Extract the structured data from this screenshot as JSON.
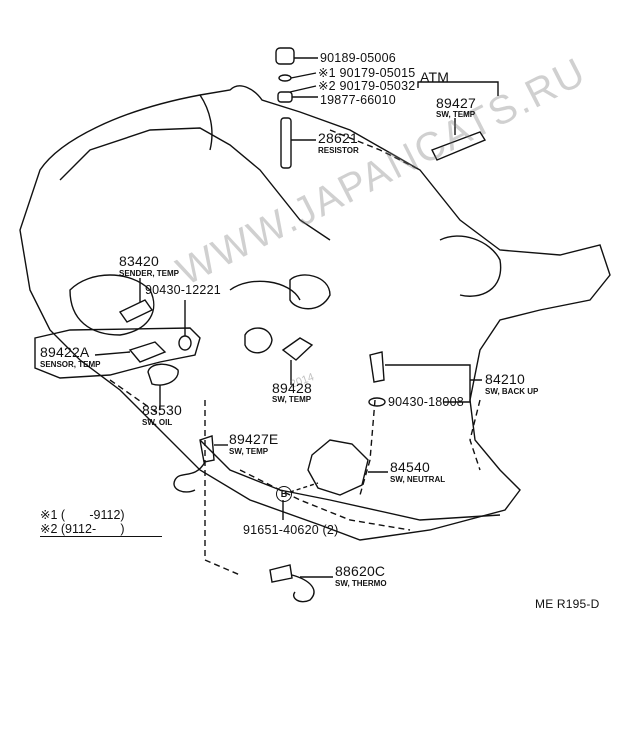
{
  "watermark": "WWW.JAPANCATS.RU",
  "watermark_year": "2014",
  "group_label": "ATM",
  "parts": {
    "p90189": "90189-05006",
    "p90179_1": "※1 90179-05015",
    "p90179_2": "※2 90179-05032",
    "p19877": "19877-66010",
    "p28621": {
      "number": "28621",
      "name": "RESISTOR"
    },
    "p89427": {
      "number": "89427",
      "name": "SW, TEMP"
    },
    "p83420": {
      "number": "83420",
      "name": "SENDER, TEMP"
    },
    "p90430_12221": "90430-12221",
    "p89422A": {
      "number": "89422A",
      "name": "SENSOR, TEMP"
    },
    "p83530": {
      "number": "83530",
      "name": "SW, OIL"
    },
    "p89428": {
      "number": "89428",
      "name": "SW, TEMP"
    },
    "p84210": {
      "number": "84210",
      "name": "SW, BACK UP"
    },
    "p90430_18008": "90430-18008",
    "p89427E": {
      "number": "89427E",
      "name": "SW, TEMP"
    },
    "p84540": {
      "number": "84540",
      "name": "SW, NEUTRAL"
    },
    "p91651": "91651-40620 (2)",
    "p88620C": {
      "number": "88620C",
      "name": "SW, THERMO"
    }
  },
  "callout_badge": "B",
  "notes": [
    "※1 (       -9112)",
    "※2 (9112-       )"
  ],
  "diagram_code": "ME R195-D"
}
